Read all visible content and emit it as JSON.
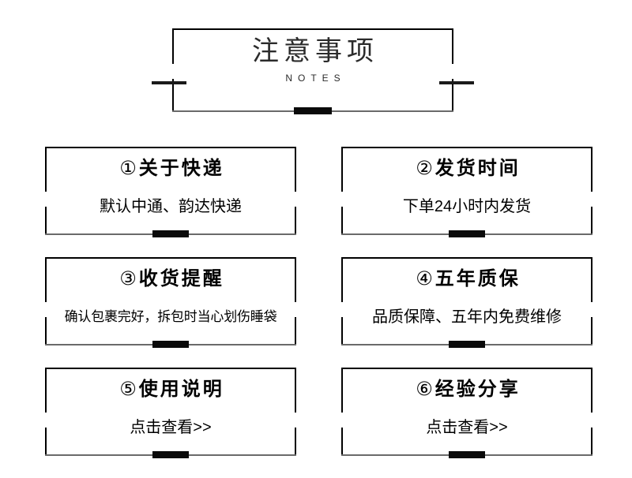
{
  "header": {
    "title": "注意事项",
    "subtitle": "NOTES"
  },
  "colors": {
    "ink": "#000000",
    "rule_grey": "#6a6a6a",
    "tab_black": "#0a0a0a",
    "background": "#ffffff"
  },
  "cards": [
    {
      "number": "①",
      "heading": "关于快递",
      "description": "默认中通、韵达快递"
    },
    {
      "number": "②",
      "heading": "发货时间",
      "description": "下单24小时内发货"
    },
    {
      "number": "③",
      "heading": "收货提醒",
      "description": "确认包裹完好，拆包时当心划伤睡袋"
    },
    {
      "number": "④",
      "heading": "五年质保",
      "description": "品质保障、五年内免费维修"
    },
    {
      "number": "⑤",
      "heading": "使用说明",
      "description": "点击查看>>"
    },
    {
      "number": "⑥",
      "heading": "经验分享",
      "description": "点击查看>>"
    }
  ]
}
